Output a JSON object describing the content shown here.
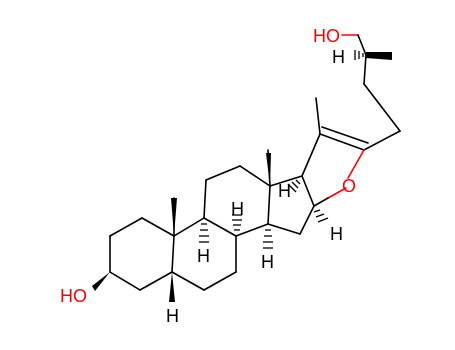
{
  "colors": {
    "bond": "#000000",
    "heteroatom_oxygen": "#ff0000",
    "background": "#ffffff"
  },
  "atom_labels": {
    "ho_top": "HO",
    "ho_bottom": "HO",
    "ring_oxygen": "O",
    "h_side_chain": "H",
    "h_c14": "H",
    "h_c16": "H",
    "h_c8": "H",
    "h_c9": "H",
    "h_c17": "H",
    "h_c5": "H"
  }
}
